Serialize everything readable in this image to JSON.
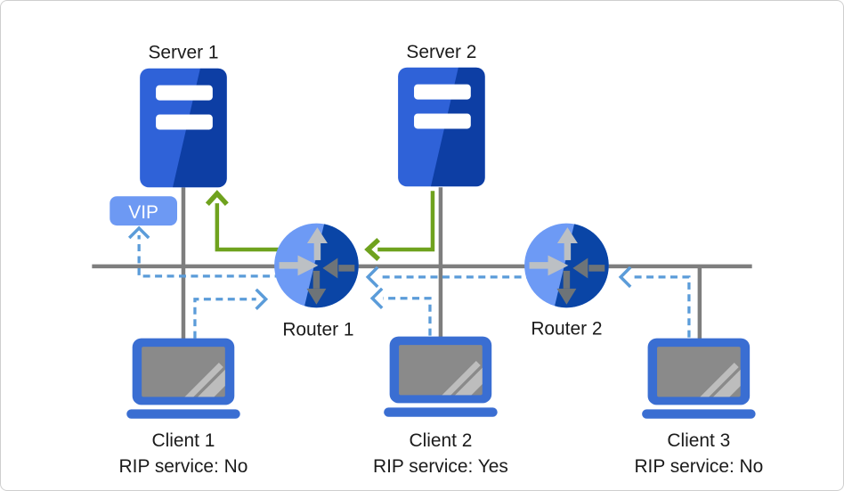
{
  "diagram": {
    "servers": [
      {
        "label": "Server 1"
      },
      {
        "label": "Server 2"
      }
    ],
    "routers": [
      {
        "label": "Router 1"
      },
      {
        "label": "Router 2"
      }
    ],
    "clients": [
      {
        "label": "Client 1",
        "rip_service": "RIP service: No"
      },
      {
        "label": "Client 2",
        "rip_service": "RIP service: Yes"
      },
      {
        "label": "Client 3",
        "rip_service": "RIP service: No"
      }
    ],
    "vip_label": "VIP",
    "colors": {
      "server_blue": "#2F62D8",
      "server_blue_dark": "#0D3EA4",
      "router_blue_light": "#6D9AF5",
      "router_blue_dark": "#0A45A6",
      "router_arrow_light": "#BCC0C4",
      "router_arrow_dark": "#6E7478",
      "laptop_blue": "#3A6ED2",
      "laptop_screen_gray": "#8A8A8A",
      "connector_gray": "#7E7E7E",
      "routed_path_green": "#6FA21E",
      "client_traffic_blue": "#5B9CD9",
      "vip_badge_blue": "#6D99F3"
    }
  }
}
